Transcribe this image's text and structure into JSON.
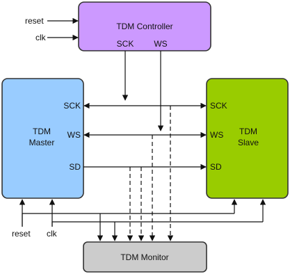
{
  "controller": {
    "title": "TDM Controller",
    "ports": {
      "sck": "SCK",
      "ws": "WS"
    },
    "color": "#cc99ff"
  },
  "controller_inputs": {
    "reset": "reset",
    "clk": "clk"
  },
  "master": {
    "title_line1": "TDM",
    "title_line2": "Master",
    "ports": {
      "sck": "SCK",
      "ws": "WS",
      "sd": "SD"
    },
    "color": "#99ccff"
  },
  "slave": {
    "title_line1": "TDM",
    "title_line2": "Slave",
    "ports": {
      "sck": "SCK",
      "ws": "WS",
      "sd": "SD"
    },
    "color": "#99cc00"
  },
  "monitor": {
    "title": "TDM Monitor",
    "color": "#cccccc"
  },
  "bottom_inputs": {
    "reset": "reset",
    "clk": "clk"
  }
}
